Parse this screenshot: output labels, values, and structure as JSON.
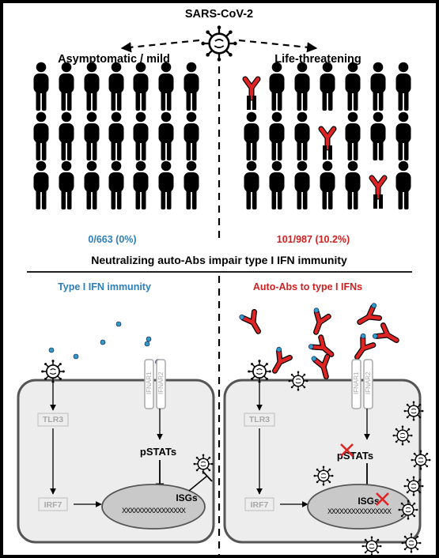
{
  "top": {
    "virus_label": "SARS-CoV-2",
    "left_group_label": "Asymptomatic / mild",
    "right_group_label": "Life-threatening",
    "left_stat": "0/663 (0%)",
    "right_stat": "101/987 (10.2%)"
  },
  "section_title": "Neutralizing auto-Abs impair type I IFN immunity",
  "bottom_left": {
    "heading": "Type I IFN immunity",
    "tlr3": "TLR3",
    "irf7": "IRF7",
    "ifnar1": "IFNAR1",
    "ifnar2": "IFNAR2",
    "pstats": "pSTATs",
    "isgs": "ISGs",
    "dna": "XXXXXXXXXXXXXXXX"
  },
  "bottom_right": {
    "heading": "Auto-Abs to type I IFNs",
    "tlr3": "TLR3",
    "irf7": "IRF7",
    "ifnar1": "IFNAR1",
    "ifnar2": "IFNAR2",
    "pstats": "pSTATs",
    "isgs": "ISGs",
    "dna": "XXXXXXXXXXXXXXXX"
  },
  "colors": {
    "blue_text": "#2E7FB8",
    "red_text": "#D02020",
    "antibody": "#E02424",
    "ifn_dot": "#2E9BC8",
    "cell_fill": "#EDEDED",
    "nucleus_fill": "#C9C9C9",
    "light_label": "#A8A8A8"
  }
}
